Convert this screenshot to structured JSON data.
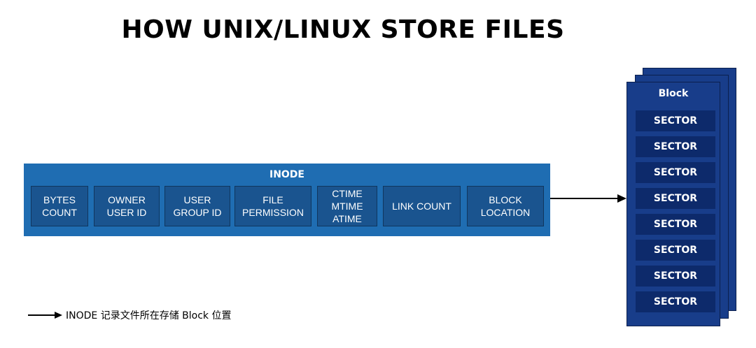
{
  "title": "HOW UNIX/LINUX STORE FILES",
  "inode": {
    "label": "INODE",
    "fields": [
      "BYTES\nCOUNT",
      "OWNER\nUSER ID",
      "USER\nGROUP ID",
      "FILE\nPERMISSION",
      "CTIME\nMTIME\nATIME",
      "LINK COUNT",
      "BLOCK\nLOCATION"
    ]
  },
  "block": {
    "label": "Block",
    "sectors": [
      "SECTOR",
      "SECTOR",
      "SECTOR",
      "SECTOR",
      "SECTOR",
      "SECTOR",
      "SECTOR",
      "SECTOR"
    ]
  },
  "legend": {
    "text": "INODE 记录文件所在存储 Block 位置"
  },
  "colors": {
    "inode_fill": "#1f6db2",
    "field_fill": "#1a548f",
    "block_fill": "#183d8a",
    "sector_fill": "#0d2a6b"
  }
}
